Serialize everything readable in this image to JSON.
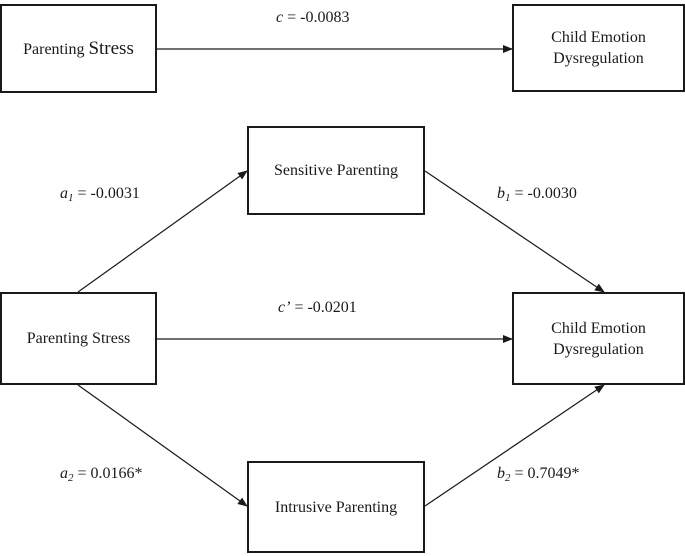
{
  "top_model": {
    "predictor": {
      "label_part1": "Parenting ",
      "label_part2": "Stress"
    },
    "outcome": {
      "line1": "Child Emotion",
      "line2": "Dysregulation"
    },
    "path_c": {
      "symbol": "c",
      "value": " = -0.0083"
    }
  },
  "mediation_model": {
    "predictor": {
      "label": "Parenting Stress"
    },
    "mediator1": {
      "label": "Sensitive Parenting"
    },
    "mediator2": {
      "label": "Intrusive Parenting"
    },
    "outcome": {
      "line1": "Child Emotion",
      "line2": "Dysregulation"
    },
    "path_a1": {
      "symbol": "a",
      "sub": "1",
      "value": " = -0.0031"
    },
    "path_b1": {
      "symbol": "b",
      "sub": "1",
      "value": " = -0.0030"
    },
    "path_c_prime": {
      "symbol": "c’",
      "value": " = -0.0201"
    },
    "path_a2": {
      "symbol": "a",
      "sub": "2",
      "value": " = 0.0166*"
    },
    "path_b2": {
      "symbol": "b",
      "sub": "2",
      "value": " = 0.7049*"
    }
  }
}
